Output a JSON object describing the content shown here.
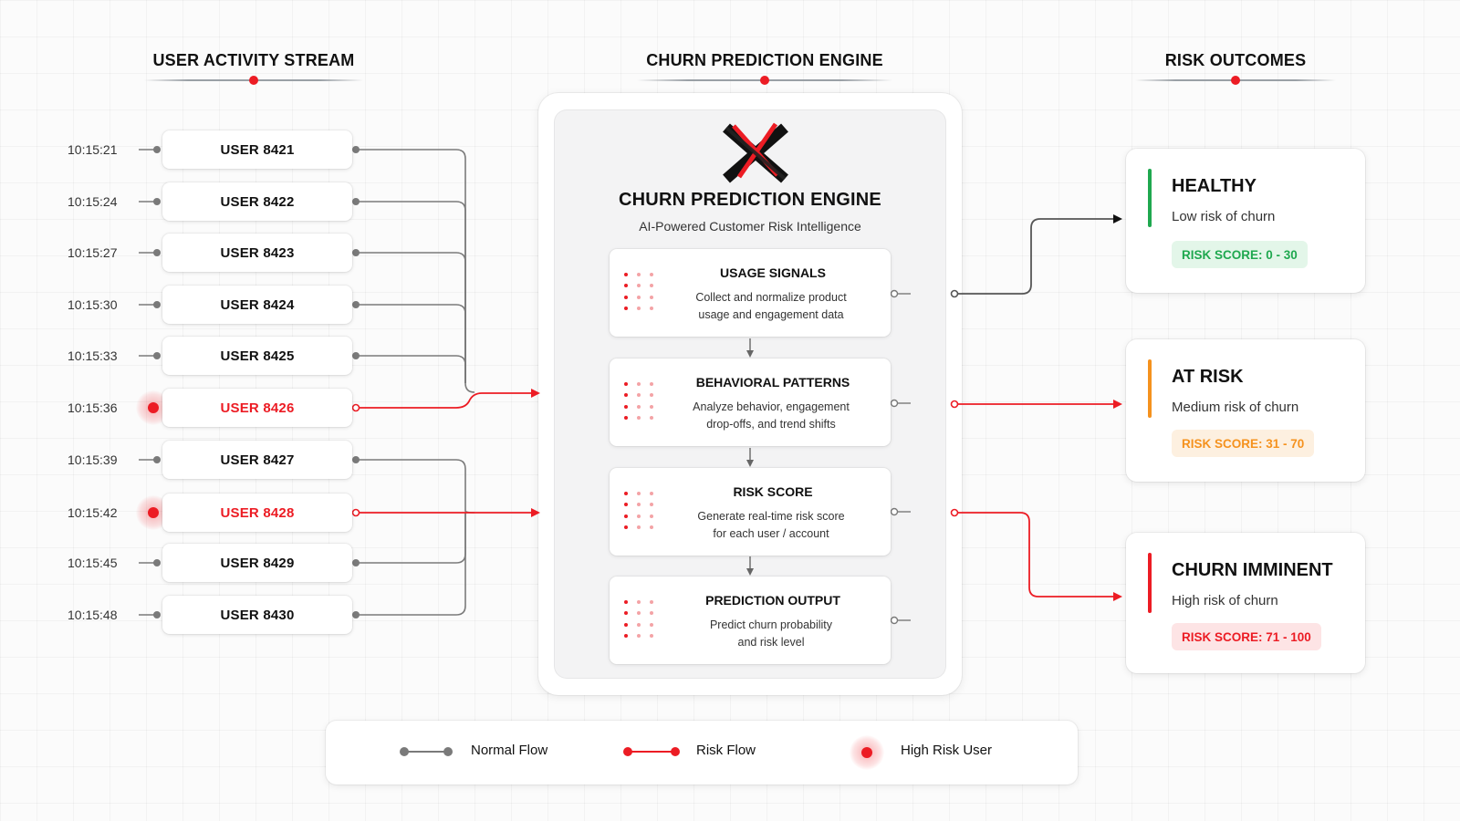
{
  "headers": {
    "activity": "USER ACTIVITY STREAM",
    "engine": "CHURN PREDICTION ENGINE",
    "outcomes": "RISK OUTCOMES"
  },
  "users": [
    {
      "time": "10:15:21",
      "label": "USER 8421",
      "risk": false
    },
    {
      "time": "10:15:24",
      "label": "USER 8422",
      "risk": false
    },
    {
      "time": "10:15:27",
      "label": "USER 8423",
      "risk": false
    },
    {
      "time": "10:15:30",
      "label": "USER 8424",
      "risk": false
    },
    {
      "time": "10:15:33",
      "label": "USER 8425",
      "risk": false
    },
    {
      "time": "10:15:36",
      "label": "USER 8426",
      "risk": true
    },
    {
      "time": "10:15:39",
      "label": "USER 8427",
      "risk": false
    },
    {
      "time": "10:15:42",
      "label": "USER 8428",
      "risk": true
    },
    {
      "time": "10:15:45",
      "label": "USER 8429",
      "risk": false
    },
    {
      "time": "10:15:48",
      "label": "USER 8430",
      "risk": false
    }
  ],
  "engine": {
    "logo_icon": "x-logo-icon",
    "title": "CHURN PREDICTION ENGINE",
    "subtitle": "AI-Powered Customer Risk Intelligence",
    "stages": [
      {
        "title": "USAGE SIGNALS",
        "line1": "Collect and normalize product",
        "line2": "usage and engagement data"
      },
      {
        "title": "BEHAVIORAL PATTERNS",
        "line1": "Analyze behavior, engagement",
        "line2": "drop-offs, and trend shifts"
      },
      {
        "title": "RISK SCORE",
        "line1": "Generate real-time risk score",
        "line2": "for each user / account"
      },
      {
        "title": "PREDICTION OUTPUT",
        "line1": "Predict churn probability",
        "line2": "and risk level"
      }
    ]
  },
  "outcomes": [
    {
      "title": "HEALTHY",
      "desc": "Low risk of churn",
      "score": "RISK SCORE: 0 - 30",
      "color": "#1fa84f",
      "pill_bg": "#e3f6e9"
    },
    {
      "title": "AT RISK",
      "desc": "Medium risk of churn",
      "score": "RISK SCORE: 31 - 70",
      "color": "#f5921e",
      "pill_bg": "#fdf0e0"
    },
    {
      "title": "CHURN IMMINENT",
      "desc": "High risk of churn",
      "score": "RISK SCORE: 71 - 100",
      "color": "#ec1c24",
      "pill_bg": "#fde4e5"
    }
  ],
  "legend": {
    "normal": "Normal Flow",
    "risk": "Risk Flow",
    "high_risk": "High Risk User"
  },
  "colors": {
    "accent_red": "#ec1c24",
    "normal_gray": "#7a7a7a"
  }
}
